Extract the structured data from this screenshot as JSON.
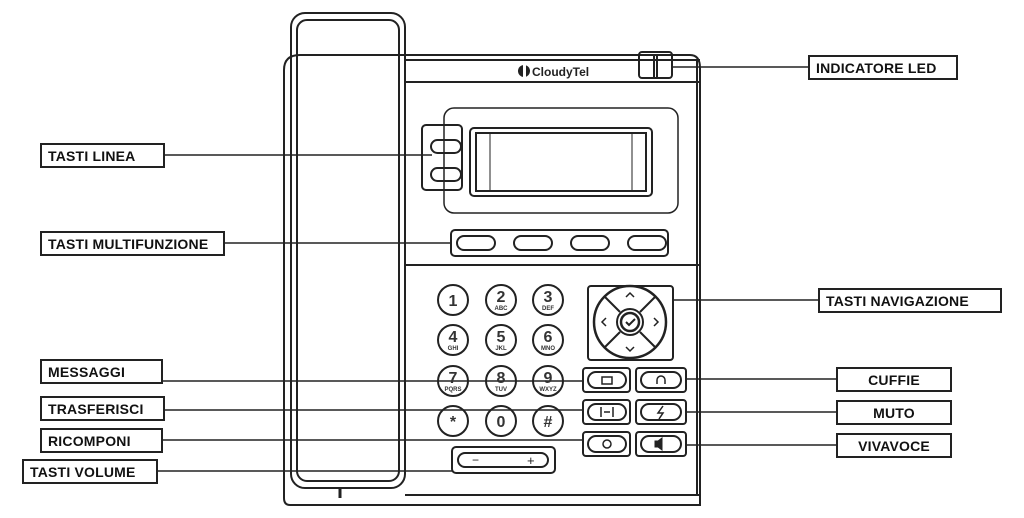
{
  "brand": {
    "name": "CloudyTel"
  },
  "labels": {
    "led": "INDICATORE LED",
    "line_keys": "TASTI LINEA",
    "soft_keys": "TASTI MULTIFUNZIONE",
    "navigation": "TASTI NAVIGAZIONE",
    "messages": "MESSAGGI",
    "headset": "CUFFIE",
    "transfer": "TRASFERISCI",
    "mute": "MUTO",
    "redial": "RICOMPONI",
    "speaker": "VIVAVOCE",
    "volume": "TASTI VOLUME"
  },
  "keypad": [
    {
      "digit": "1",
      "letters": ""
    },
    {
      "digit": "2",
      "letters": "ABC"
    },
    {
      "digit": "3",
      "letters": "DEF"
    },
    {
      "digit": "4",
      "letters": "GHI"
    },
    {
      "digit": "5",
      "letters": "JKL"
    },
    {
      "digit": "6",
      "letters": "MNO"
    },
    {
      "digit": "7",
      "letters": "PQRS"
    },
    {
      "digit": "8",
      "letters": "TUV"
    },
    {
      "digit": "9",
      "letters": "WXYZ"
    },
    {
      "digit": "*",
      "letters": ""
    },
    {
      "digit": "0",
      "letters": ""
    },
    {
      "digit": "#",
      "letters": ""
    }
  ],
  "volume": {
    "minus": "−",
    "plus": "+"
  }
}
